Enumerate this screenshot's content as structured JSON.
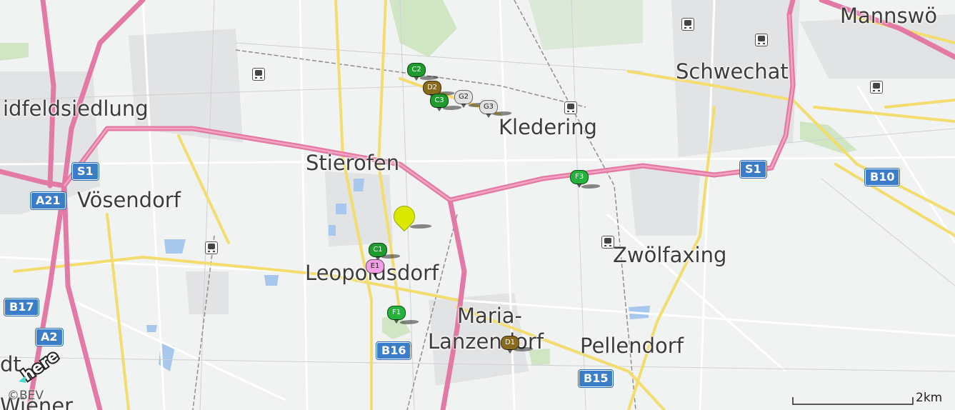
{
  "map": {
    "places": [
      {
        "id": "mannswoerth",
        "label": "Mannswö"
      },
      {
        "id": "schwechat",
        "label": "Schwechat"
      },
      {
        "id": "haidfeldsiedlung",
        "label": "idfeldsiedlung"
      },
      {
        "id": "kledering",
        "label": "Kledering"
      },
      {
        "id": "stierofen",
        "label": "Stierofen"
      },
      {
        "id": "voesendorf",
        "label": "Vösendorf"
      },
      {
        "id": "zwoelfaxing",
        "label": "Zwölfaxing"
      },
      {
        "id": "leopoldsdorf",
        "label": "Leopoldsdorf"
      },
      {
        "id": "maria",
        "label": "Maria-"
      },
      {
        "id": "lanzendorf",
        "label": "Lanzendorf"
      },
      {
        "id": "pellendorf",
        "label": "Pellendorf"
      },
      {
        "id": "dt",
        "label": "dt"
      },
      {
        "id": "wiener",
        "label": "Wiener"
      }
    ],
    "road_shields": [
      {
        "id": "s1-west",
        "label": "S1"
      },
      {
        "id": "a21",
        "label": "A21"
      },
      {
        "id": "b17",
        "label": "B17"
      },
      {
        "id": "a2",
        "label": "A2"
      },
      {
        "id": "b16",
        "label": "B16"
      },
      {
        "id": "b15",
        "label": "B15"
      },
      {
        "id": "s1-east",
        "label": "S1"
      },
      {
        "id": "b10",
        "label": "B10"
      }
    ],
    "pins": [
      {
        "id": "c2",
        "label": "C2",
        "color": "#1f9a2e",
        "text_color": "#ffffff"
      },
      {
        "id": "d2",
        "label": "D2",
        "color": "#8a6a1e",
        "text_color": "#ffffff"
      },
      {
        "id": "c3",
        "label": "C3",
        "color": "#1f9a2e",
        "text_color": "#ffffff"
      },
      {
        "id": "g2",
        "label": "G2",
        "color": "#e2e2e2",
        "text_color": "#222222"
      },
      {
        "id": "g3",
        "label": "G3",
        "color": "#e2e2e2",
        "text_color": "#222222"
      },
      {
        "id": "f3",
        "label": "F3",
        "color": "#23b23a",
        "text_color": "#ffffff"
      },
      {
        "id": "c1",
        "label": "C1",
        "color": "#1f9a2e",
        "text_color": "#ffffff"
      },
      {
        "id": "e1",
        "label": "E1",
        "color": "#f2a0e6",
        "text_color": "#222222"
      },
      {
        "id": "f1",
        "label": "F1",
        "color": "#23b23a",
        "text_color": "#ffffff"
      },
      {
        "id": "d1",
        "label": "D1",
        "color": "#8a6a1e",
        "text_color": "#ffffff"
      }
    ],
    "selected_marker_color": "#d8e800",
    "colors": {
      "background": "#f1f2f2",
      "motorway": "#e27aa5",
      "primary_road": "#f2dd6e",
      "park": "#cfe5c4",
      "water": "#a7c8ec",
      "shield": "#3b7dc9"
    },
    "logo": "here",
    "attribution": "©BEV",
    "scale_label": "2km"
  }
}
